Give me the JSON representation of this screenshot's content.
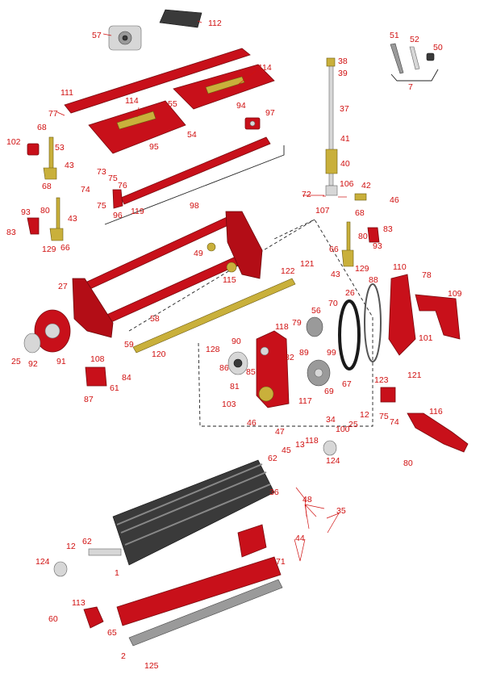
{
  "parts": [
    {
      "id": "p1",
      "text": "1"
    },
    {
      "id": "p2",
      "text": "2"
    },
    {
      "id": "p7",
      "text": "7"
    },
    {
      "id": "p12a",
      "text": "12"
    },
    {
      "id": "p12b",
      "text": "12"
    },
    {
      "id": "p13",
      "text": "13"
    },
    {
      "id": "p25a",
      "text": "25"
    },
    {
      "id": "p25b",
      "text": "25"
    },
    {
      "id": "p26",
      "text": "26"
    },
    {
      "id": "p27",
      "text": "27"
    },
    {
      "id": "p34",
      "text": "34"
    },
    {
      "id": "p35",
      "text": "35"
    },
    {
      "id": "p36",
      "text": "36"
    },
    {
      "id": "p37",
      "text": "37"
    },
    {
      "id": "p38",
      "text": "38"
    },
    {
      "id": "p39",
      "text": "39"
    },
    {
      "id": "p40",
      "text": "40"
    },
    {
      "id": "p41",
      "text": "41"
    },
    {
      "id": "p42",
      "text": "42"
    },
    {
      "id": "p43a",
      "text": "43"
    },
    {
      "id": "p43b",
      "text": "43"
    },
    {
      "id": "p43c",
      "text": "43"
    },
    {
      "id": "p44",
      "text": "44"
    },
    {
      "id": "p45",
      "text": "45"
    },
    {
      "id": "p46a",
      "text": "46"
    },
    {
      "id": "p46b",
      "text": "46"
    },
    {
      "id": "p47",
      "text": "47"
    },
    {
      "id": "p48",
      "text": "48"
    },
    {
      "id": "p49",
      "text": "49"
    },
    {
      "id": "p50",
      "text": "50"
    },
    {
      "id": "p51",
      "text": "51"
    },
    {
      "id": "p52",
      "text": "52"
    },
    {
      "id": "p53",
      "text": "53"
    },
    {
      "id": "p54",
      "text": "54"
    },
    {
      "id": "p55",
      "text": "55"
    },
    {
      "id": "p56",
      "text": "56"
    },
    {
      "id": "p57",
      "text": "57"
    },
    {
      "id": "p58",
      "text": "58"
    },
    {
      "id": "p59",
      "text": "59"
    },
    {
      "id": "p60",
      "text": "60"
    },
    {
      "id": "p61",
      "text": "61"
    },
    {
      "id": "p62a",
      "text": "62"
    },
    {
      "id": "p62b",
      "text": "62"
    },
    {
      "id": "p65",
      "text": "65"
    },
    {
      "id": "p66a",
      "text": "66"
    },
    {
      "id": "p66b",
      "text": "66"
    },
    {
      "id": "p67",
      "text": "67"
    },
    {
      "id": "p68a",
      "text": "68"
    },
    {
      "id": "p68b",
      "text": "68"
    },
    {
      "id": "p68c",
      "text": "68"
    },
    {
      "id": "p69",
      "text": "69"
    },
    {
      "id": "p70",
      "text": "70"
    },
    {
      "id": "p71",
      "text": "71"
    },
    {
      "id": "p72",
      "text": "72"
    },
    {
      "id": "p73",
      "text": "73"
    },
    {
      "id": "p74a",
      "text": "74"
    },
    {
      "id": "p74b",
      "text": "74"
    },
    {
      "id": "p75a",
      "text": "75"
    },
    {
      "id": "p75b",
      "text": "75"
    },
    {
      "id": "p75c",
      "text": "75"
    },
    {
      "id": "p76",
      "text": "76"
    },
    {
      "id": "p77",
      "text": "77"
    },
    {
      "id": "p78",
      "text": "78"
    },
    {
      "id": "p79",
      "text": "79"
    },
    {
      "id": "p80a",
      "text": "80"
    },
    {
      "id": "p80b",
      "text": "80"
    },
    {
      "id": "p80c",
      "text": "80"
    },
    {
      "id": "p81",
      "text": "81"
    },
    {
      "id": "p82",
      "text": "82"
    },
    {
      "id": "p83a",
      "text": "83"
    },
    {
      "id": "p83b",
      "text": "83"
    },
    {
      "id": "p84",
      "text": "84"
    },
    {
      "id": "p85",
      "text": "85"
    },
    {
      "id": "p86",
      "text": "86"
    },
    {
      "id": "p87",
      "text": "87"
    },
    {
      "id": "p88",
      "text": "88"
    },
    {
      "id": "p89",
      "text": "89"
    },
    {
      "id": "p90",
      "text": "90"
    },
    {
      "id": "p91",
      "text": "91"
    },
    {
      "id": "p92",
      "text": "92"
    },
    {
      "id": "p93a",
      "text": "93"
    },
    {
      "id": "p93b",
      "text": "93"
    },
    {
      "id": "p94",
      "text": "94"
    },
    {
      "id": "p95",
      "text": "95"
    },
    {
      "id": "p96",
      "text": "96"
    },
    {
      "id": "p97",
      "text": "97"
    },
    {
      "id": "p98",
      "text": "98"
    },
    {
      "id": "p99",
      "text": "99"
    },
    {
      "id": "p100",
      "text": "100"
    },
    {
      "id": "p101",
      "text": "101"
    },
    {
      "id": "p102",
      "text": "102"
    },
    {
      "id": "p103",
      "text": "103"
    },
    {
      "id": "p106",
      "text": "106"
    },
    {
      "id": "p107",
      "text": "107"
    },
    {
      "id": "p108",
      "text": "108"
    },
    {
      "id": "p109",
      "text": "109"
    },
    {
      "id": "p110",
      "text": "110"
    },
    {
      "id": "p111",
      "text": "111"
    },
    {
      "id": "p112",
      "text": "112"
    },
    {
      "id": "p113",
      "text": "113"
    },
    {
      "id": "p114a",
      "text": "114"
    },
    {
      "id": "p114b",
      "text": "114"
    },
    {
      "id": "p115",
      "text": "115"
    },
    {
      "id": "p116",
      "text": "116"
    },
    {
      "id": "p117",
      "text": "117"
    },
    {
      "id": "p118a",
      "text": "118"
    },
    {
      "id": "p118b",
      "text": "118"
    },
    {
      "id": "p119",
      "text": "119"
    },
    {
      "id": "p120",
      "text": "120"
    },
    {
      "id": "p121a",
      "text": "121"
    },
    {
      "id": "p121b",
      "text": "121"
    },
    {
      "id": "p122",
      "text": "122"
    },
    {
      "id": "p123",
      "text": "123"
    },
    {
      "id": "p124a",
      "text": "124"
    },
    {
      "id": "p124b",
      "text": "124"
    },
    {
      "id": "p125",
      "text": "125"
    },
    {
      "id": "p128",
      "text": "128"
    },
    {
      "id": "p129a",
      "text": "129"
    },
    {
      "id": "p129b",
      "text": "129"
    }
  ],
  "colors": {
    "label": "#d01010",
    "part_red": "#c8101a",
    "part_gold": "#c9b03b",
    "part_grey": "#9a9a9a",
    "outline": "#222222"
  }
}
